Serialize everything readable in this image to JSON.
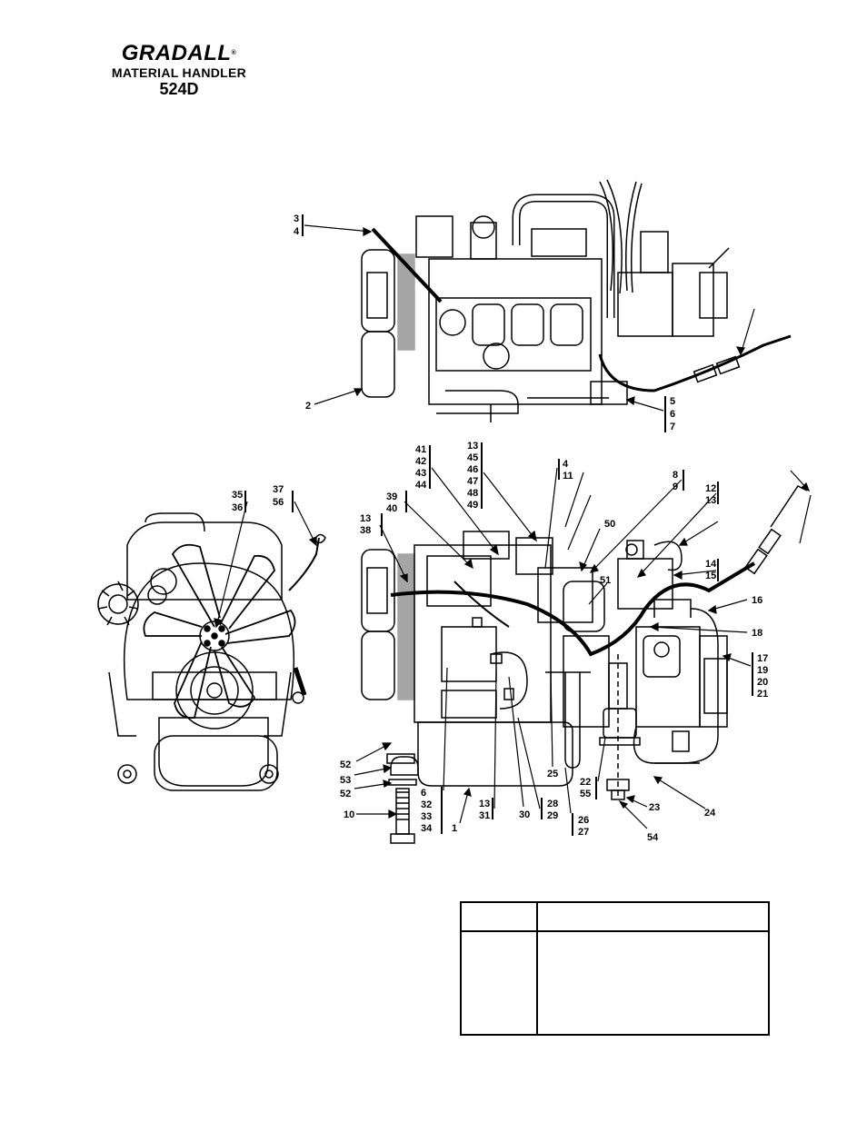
{
  "header": {
    "brand": "GRADALL",
    "registered": "®",
    "subtitle": "MATERIAL HANDLER",
    "model": "524D"
  },
  "callouts": {
    "top_view": [
      "3",
      "4",
      "2",
      "5",
      "6",
      "7"
    ],
    "front_view": [
      "35",
      "36",
      "37",
      "56"
    ],
    "side_view": [
      "41",
      "42",
      "43",
      "44",
      "13",
      "45",
      "46",
      "47",
      "48",
      "49",
      "4",
      "11",
      "8",
      "9",
      "12",
      "13",
      "39",
      "40",
      "50",
      "13",
      "38",
      "51",
      "14",
      "15",
      "16",
      "18",
      "17",
      "19",
      "20",
      "21",
      "52",
      "53",
      "52",
      "10",
      "6",
      "32",
      "33",
      "34",
      "1",
      "13",
      "31",
      "30",
      "28",
      "29",
      "25",
      "26",
      "27",
      "22",
      "55",
      "23",
      "54",
      "24"
    ]
  },
  "legend_table": {
    "columns": [
      "",
      ""
    ],
    "rows": []
  }
}
